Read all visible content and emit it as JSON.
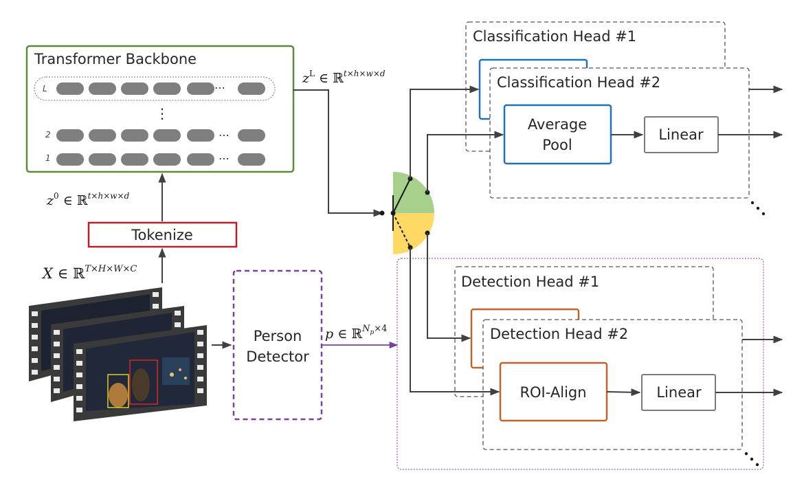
{
  "backbone": {
    "title": "Transformer Backbone",
    "layer_labels": [
      "L",
      "2",
      "1"
    ],
    "vdots": "⋮",
    "hdots": "⋯"
  },
  "math": {
    "zL": {
      "base": "z",
      "sup": "L",
      "rest": " ∈ ℝ",
      "space": "t×h×w×d"
    },
    "z0": {
      "base": "z",
      "sup": "0",
      "rest": " ∈ ℝ",
      "space": "t×h×w×d"
    },
    "X": {
      "base": "X",
      "rest": " ∈ ℝ",
      "space": "T×H×W×C"
    },
    "p": {
      "base": "p",
      "rest": " ∈ ℝ",
      "space": "N",
      "space_sub": "p",
      "space_tail": "×4"
    }
  },
  "tokenize": {
    "label": "Tokenize"
  },
  "person_detector": {
    "line1": "Person",
    "line2": "Detector"
  },
  "classification": {
    "head1_title": "Classification Head #1",
    "head2_title": "Classification Head #2",
    "pool_line1": "Average",
    "pool_line2": "Pool",
    "linear": "Linear"
  },
  "detection": {
    "head1_title": "Detection Head #1",
    "head2_title": "Detection Head #2",
    "roi": "ROI-Align",
    "linear": "Linear"
  },
  "colors": {
    "backbone_border": "#5a8a3a",
    "tokenize_border": "#b82025",
    "detector_border": "#7b3fa0",
    "pool_border": "#1f73b7",
    "roi_border": "#c0652a",
    "switch_green": "#a8d08d",
    "switch_yellow": "#ffd966",
    "arrow": "#404040"
  }
}
